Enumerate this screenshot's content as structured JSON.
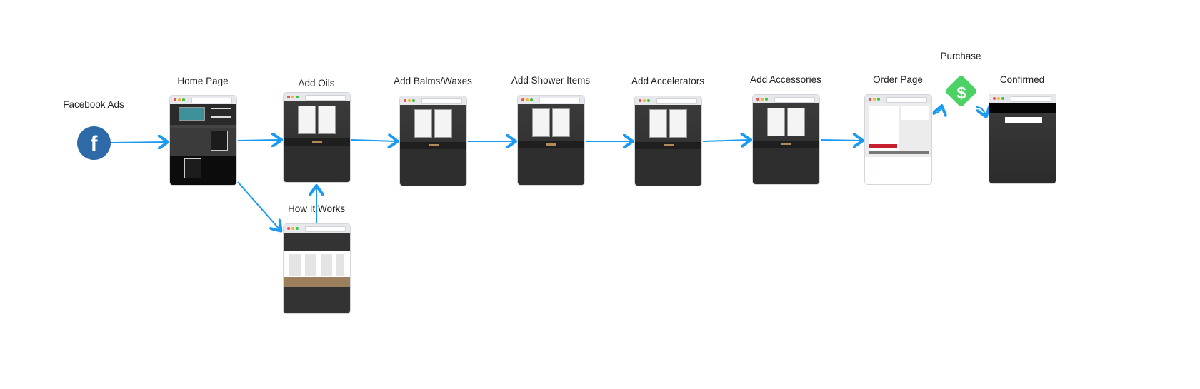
{
  "diagram_title": "",
  "nodes": {
    "facebook": {
      "label": "Facebook Ads",
      "icon": "facebook-icon",
      "color": "#2f6aa8"
    },
    "home": {
      "label": "Home Page"
    },
    "oils": {
      "label": "Add Oils"
    },
    "balms": {
      "label": "Add Balms/Waxes"
    },
    "shower": {
      "label": "Add Shower Items"
    },
    "accelerators": {
      "label": "Add Accelerators"
    },
    "accessories": {
      "label": "Add Accessories"
    },
    "order": {
      "label": "Order Page"
    },
    "purchase": {
      "label": "Purchase",
      "icon": "dollar-icon",
      "color": "#4cd164"
    },
    "confirmed": {
      "label": "Confirmed"
    },
    "howitworks": {
      "label": "How It Works"
    }
  },
  "edges": [
    [
      "facebook",
      "home"
    ],
    [
      "home",
      "oils"
    ],
    [
      "home",
      "howitworks"
    ],
    [
      "howitworks",
      "oils"
    ],
    [
      "oils",
      "balms"
    ],
    [
      "balms",
      "shower"
    ],
    [
      "shower",
      "accelerators"
    ],
    [
      "accelerators",
      "accessories"
    ],
    [
      "accessories",
      "order"
    ],
    [
      "order",
      "purchase"
    ],
    [
      "purchase",
      "confirmed"
    ]
  ],
  "colors": {
    "arrow": "#1a9af0"
  }
}
